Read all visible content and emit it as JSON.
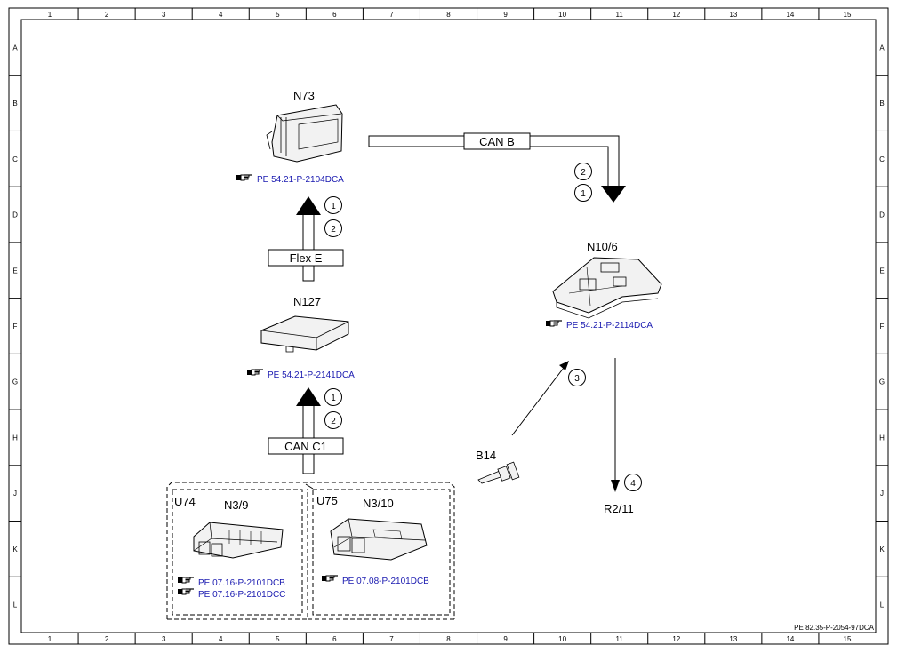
{
  "grid": {
    "columns": [
      "1",
      "2",
      "3",
      "4",
      "5",
      "6",
      "7",
      "8",
      "9",
      "10",
      "11",
      "12",
      "13",
      "14",
      "15"
    ],
    "rows": [
      "A",
      "B",
      "C",
      "D",
      "E",
      "F",
      "G",
      "H",
      "J",
      "K",
      "L"
    ]
  },
  "components": {
    "n73": {
      "label": "N73",
      "ref": "PE 54.21-P-2104DCA"
    },
    "n127": {
      "label": "N127",
      "ref": "PE 54.21-P-2141DCA"
    },
    "n10_6": {
      "label": "N10/6",
      "ref": "PE 54.21-P-2114DCA"
    },
    "b14": {
      "label": "B14"
    },
    "r2_11": {
      "label": "R2/11"
    },
    "u74": {
      "group": "U74",
      "label": "N3/9",
      "refs": [
        "PE 07.16-P-2101DCB",
        "PE 07.16-P-2101DCC"
      ]
    },
    "u75": {
      "group": "U75",
      "label": "N3/10",
      "refs": [
        "PE 07.08-P-2101DCB"
      ]
    }
  },
  "buses": {
    "can_b": "CAN B",
    "flex_e": "Flex E",
    "can_c1": "CAN C1"
  },
  "circles": {
    "can_b_top": "2",
    "can_b_bottom": "1",
    "flex_top": "1",
    "flex_bottom": "2",
    "canc1_top": "1",
    "canc1_bottom": "2",
    "b14_arrow": "3",
    "r2_arrow": "4"
  },
  "doc_ref": "PE 82.35-P-2054-97DCA"
}
